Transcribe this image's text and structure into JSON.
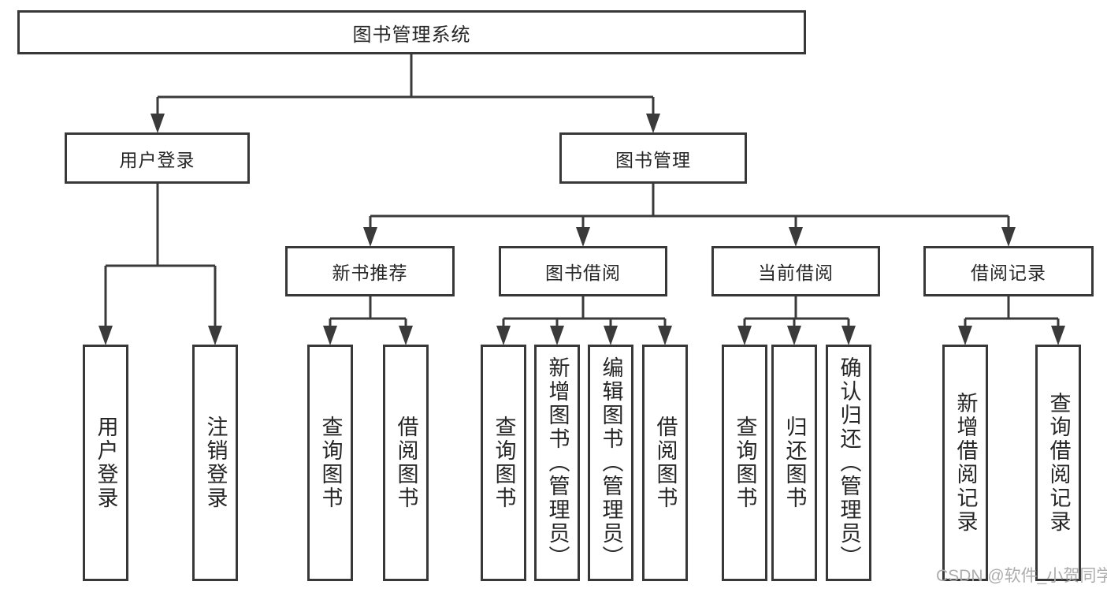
{
  "tree": {
    "root": {
      "label": "图书管理系统"
    },
    "level2": [
      {
        "label": "用户登录",
        "children": [
          {
            "label": "用户登录"
          },
          {
            "label": "注销登录"
          }
        ]
      },
      {
        "label": "图书管理",
        "children": [
          {
            "label": "新书推荐",
            "children": [
              {
                "label": "查询图书"
              },
              {
                "label": "借阅图书"
              }
            ]
          },
          {
            "label": "图书借阅",
            "children": [
              {
                "label": "查询图书"
              },
              {
                "label": "新增图书（管理员）"
              },
              {
                "label": "编辑图书（管理员）"
              },
              {
                "label": "借阅图书"
              }
            ]
          },
          {
            "label": "当前借阅",
            "children": [
              {
                "label": "查询图书"
              },
              {
                "label": "归还图书"
              },
              {
                "label": "确认归还（管理员）"
              }
            ]
          },
          {
            "label": "借阅记录",
            "children": [
              {
                "label": "新增借阅记录"
              },
              {
                "label": "查询借阅记录"
              }
            ]
          }
        ]
      }
    ]
  },
  "watermark": {
    "text": "CSDN @软件_小贺同学"
  },
  "colors": {
    "line": "#3a3a3a",
    "border": "#383838",
    "text": "#262626",
    "watermark": "#adadad",
    "background": "#ffffff"
  }
}
